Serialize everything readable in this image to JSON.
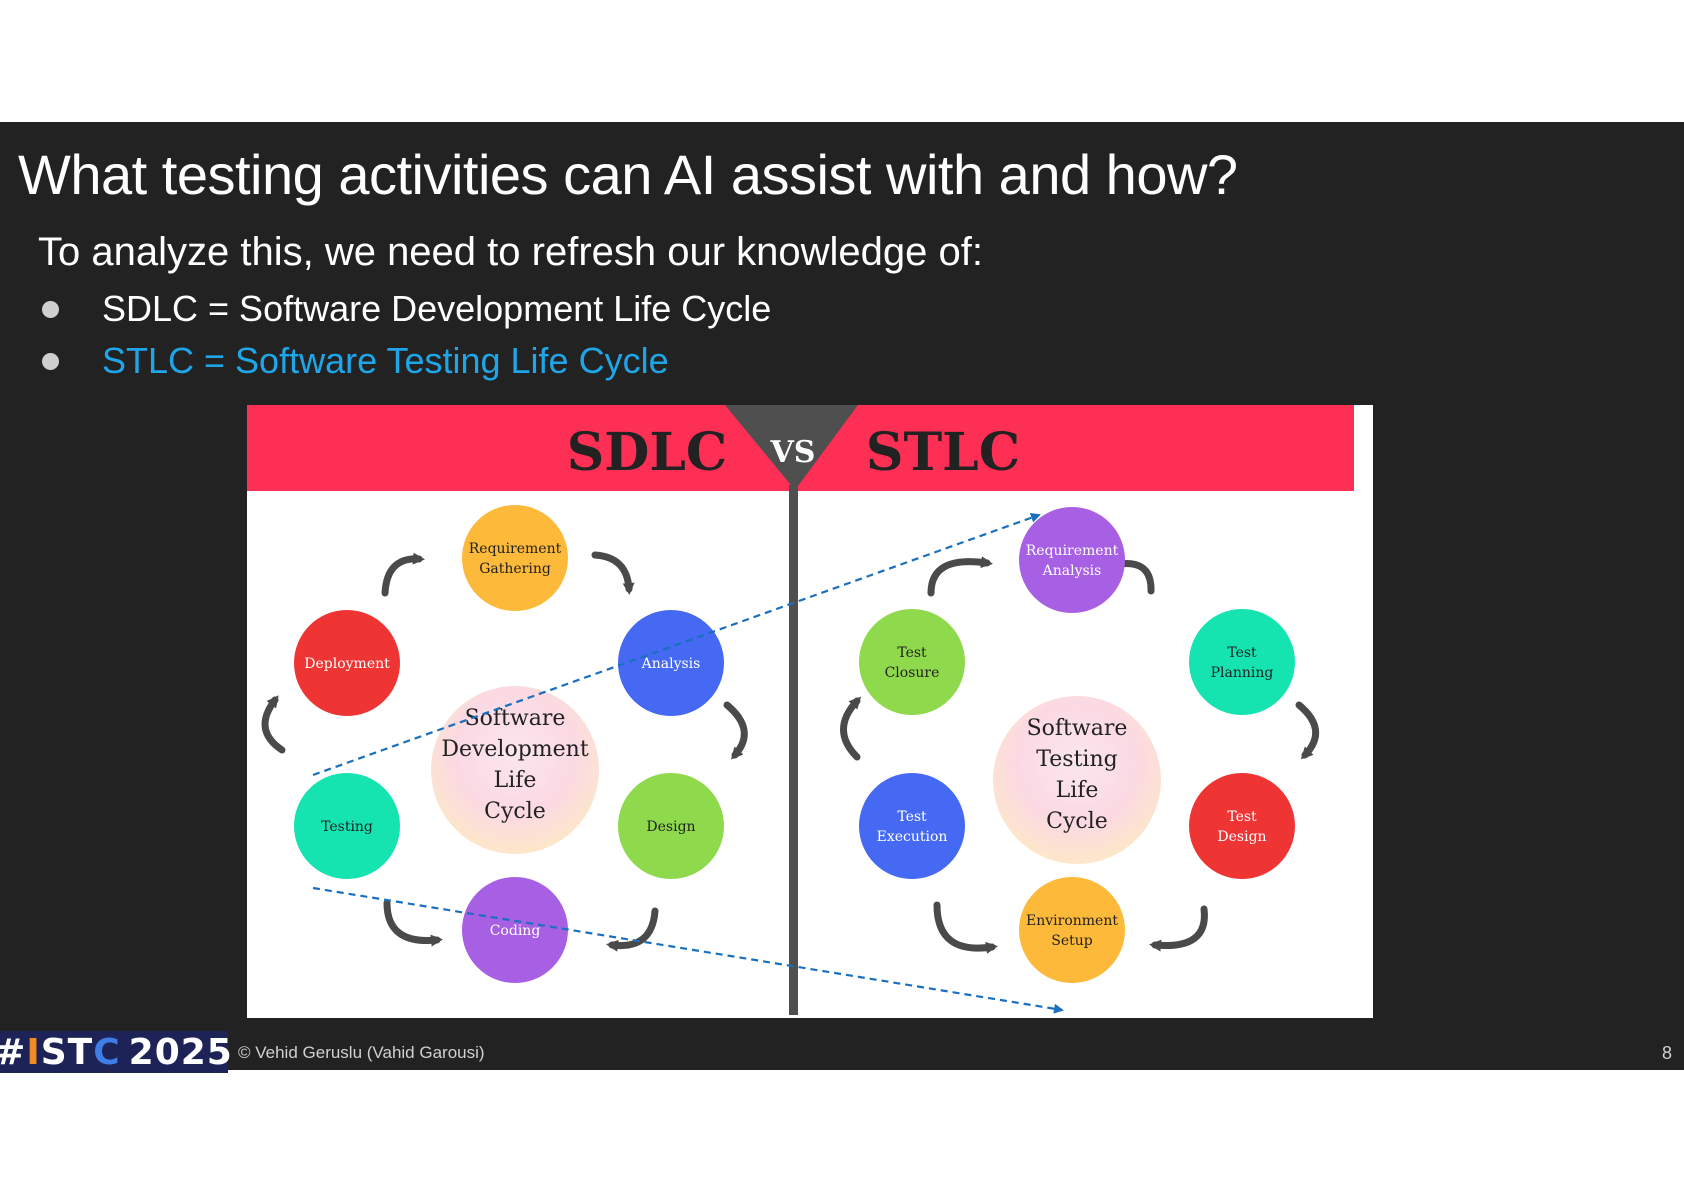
{
  "slide": {
    "title": "What testing activities can AI assist with and how?",
    "intro": "To analyze this, we need to refresh our knowledge of:",
    "bullets": [
      {
        "text": "SDLC = Software Development Life Cycle",
        "color": "#ffffff"
      },
      {
        "text": "STLC = Software Testing Life Cycle",
        "color": "#1ea6e8"
      }
    ],
    "page_number": "8"
  },
  "footer": {
    "logo_hash": "#",
    "logo_i": "I",
    "logo_st": "ST",
    "logo_c": "C",
    "logo_year": "2025",
    "copyright": "© Vehid Geruslu (Vahid Garousi)"
  },
  "figure": {
    "header_left": "SDLC",
    "header_vs": "VS",
    "header_right": "STLC",
    "banner_color": "#fd2f55",
    "sdlc": {
      "center": [
        "Software",
        "Development",
        "Life",
        "Cycle"
      ],
      "nodes": [
        {
          "id": "requirement-gathering",
          "lines": [
            "Requirement",
            "Gathering"
          ],
          "color": "#fdb93a",
          "text_color": "#222222"
        },
        {
          "id": "analysis",
          "lines": [
            "Analysis"
          ],
          "color": "#4569f3",
          "text_color": "#ffffff"
        },
        {
          "id": "design",
          "lines": [
            "Design"
          ],
          "color": "#8fd94d",
          "text_color": "#222222"
        },
        {
          "id": "coding",
          "lines": [
            "Coding"
          ],
          "color": "#a75fe3",
          "text_color": "#ffffff"
        },
        {
          "id": "testing",
          "lines": [
            "Testing"
          ],
          "color": "#16e4b0",
          "text_color": "#222222"
        },
        {
          "id": "deployment",
          "lines": [
            "Deployment"
          ],
          "color": "#ef3434",
          "text_color": "#ffffff"
        }
      ]
    },
    "stlc": {
      "center": [
        "Software",
        "Testing",
        "Life",
        "Cycle"
      ],
      "nodes": [
        {
          "id": "requirement-analysis",
          "lines": [
            "Requirement",
            "Analysis"
          ],
          "color": "#a75fe3",
          "text_color": "#ffffff"
        },
        {
          "id": "test-planning",
          "lines": [
            "Test",
            "Planning"
          ],
          "color": "#16e4b0",
          "text_color": "#222222"
        },
        {
          "id": "test-design",
          "lines": [
            "Test",
            "Design"
          ],
          "color": "#ef3434",
          "text_color": "#ffffff"
        },
        {
          "id": "environment-setup",
          "lines": [
            "Environment",
            "Setup"
          ],
          "color": "#fdb93a",
          "text_color": "#222222"
        },
        {
          "id": "test-execution",
          "lines": [
            "Test",
            "Execution"
          ],
          "color": "#4569f3",
          "text_color": "#ffffff"
        },
        {
          "id": "test-closure",
          "lines": [
            "Test",
            "Closure"
          ],
          "color": "#8fd94d",
          "text_color": "#222222"
        }
      ]
    },
    "mapping_arrow_color": "#1a6fbf"
  }
}
